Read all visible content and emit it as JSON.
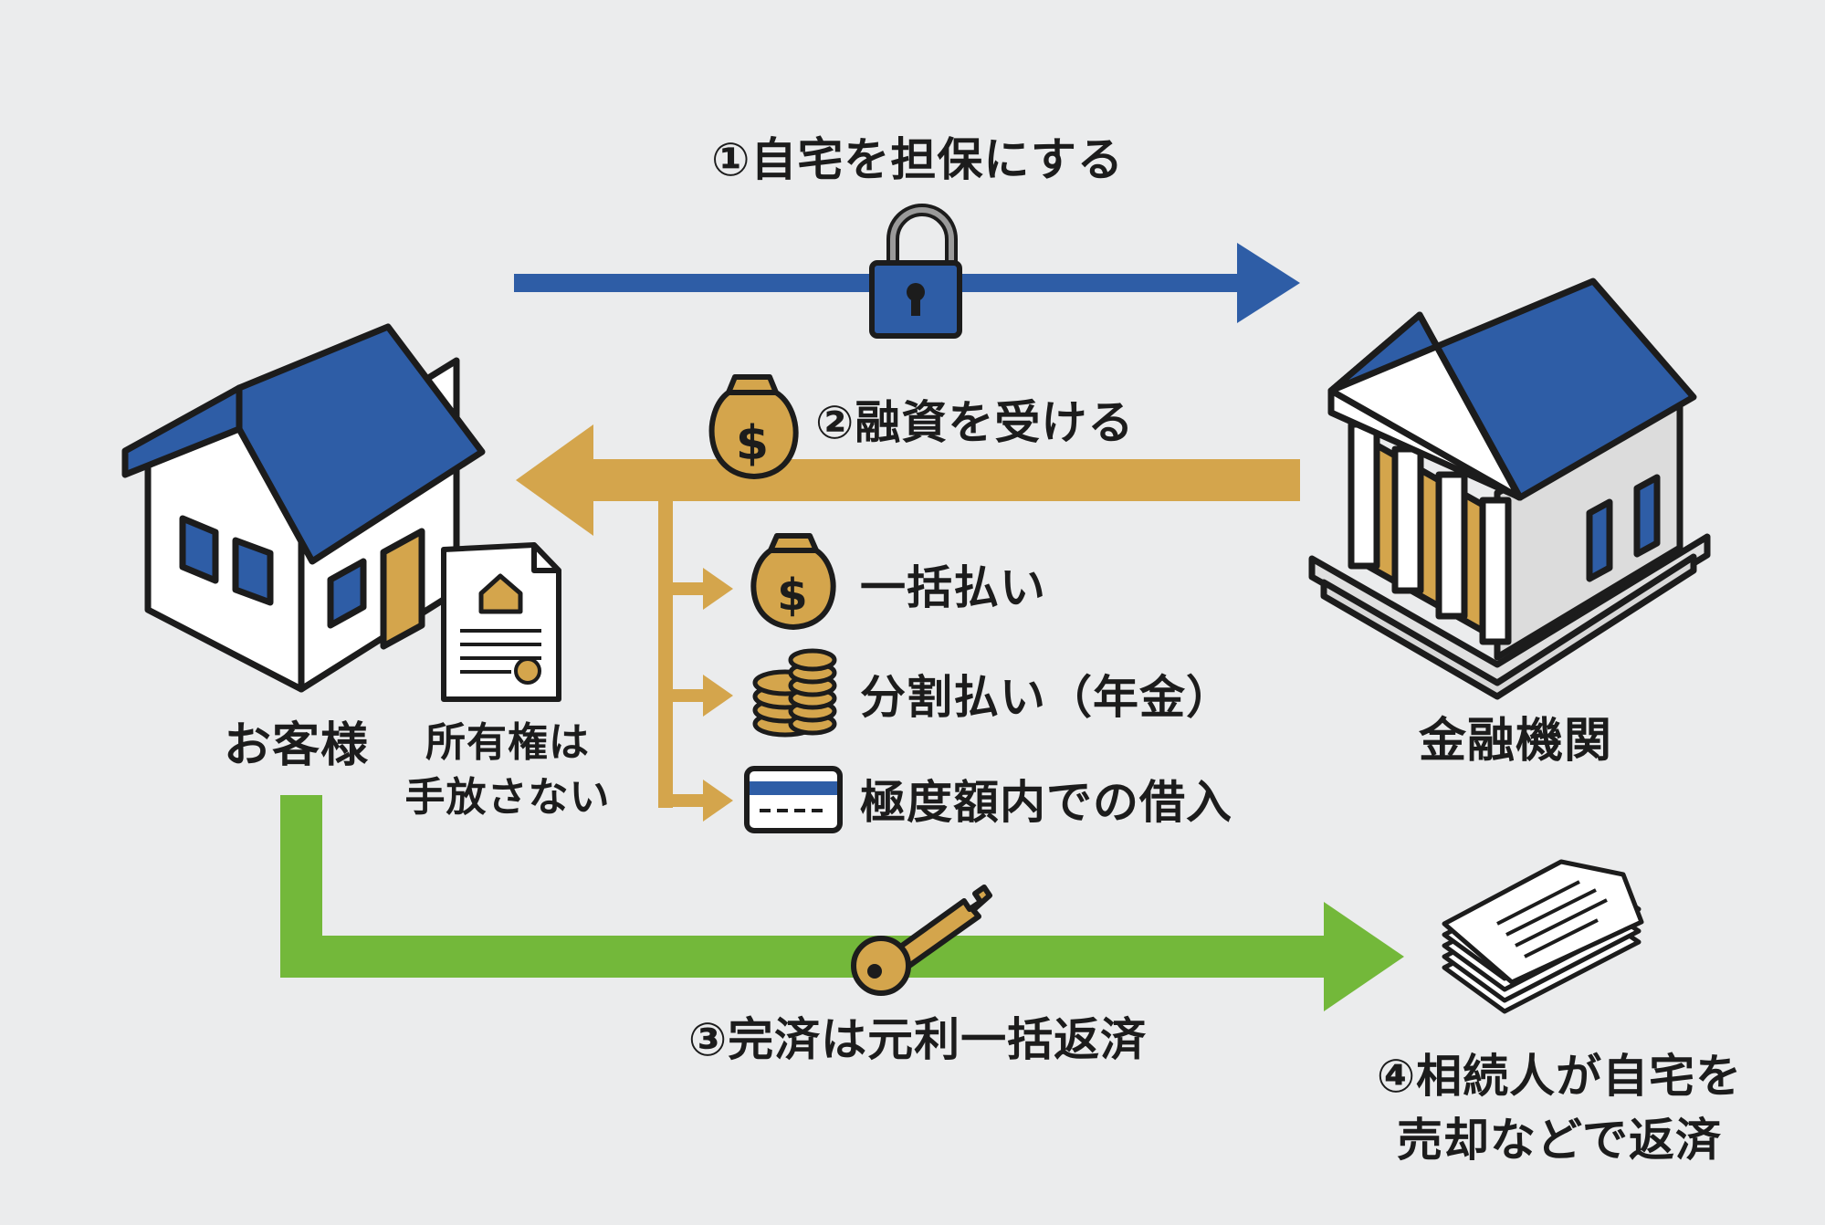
{
  "steps": {
    "step1": "①自宅を担保にする",
    "step2": "②融資を受ける",
    "step3": "③完済は元利一括返済",
    "step4_line1": "④相続人が自宅を",
    "step4_line2": "売却などで返済"
  },
  "parties": {
    "customer": "お客様",
    "bank": "金融機関"
  },
  "note": {
    "line1": "所有権は",
    "line2": "手放さない"
  },
  "payment_options": [
    {
      "label": "一括払い",
      "icon": "money-bag-icon"
    },
    {
      "label": "分割払い（年金）",
      "icon": "coin-stack-icon"
    },
    {
      "label": "極度額内での借入",
      "icon": "credit-card-icon"
    }
  ],
  "colors": {
    "background": "#ebeced",
    "blue": "#2e5da6",
    "gold": "#d4a54c",
    "green": "#73b83a",
    "dark": "#1c1c1c"
  },
  "icons": {
    "house": "house-icon",
    "bank": "bank-building-icon",
    "lock": "padlock-icon",
    "key": "key-icon",
    "deed": "property-deed-icon",
    "documents": "document-stack-icon"
  }
}
